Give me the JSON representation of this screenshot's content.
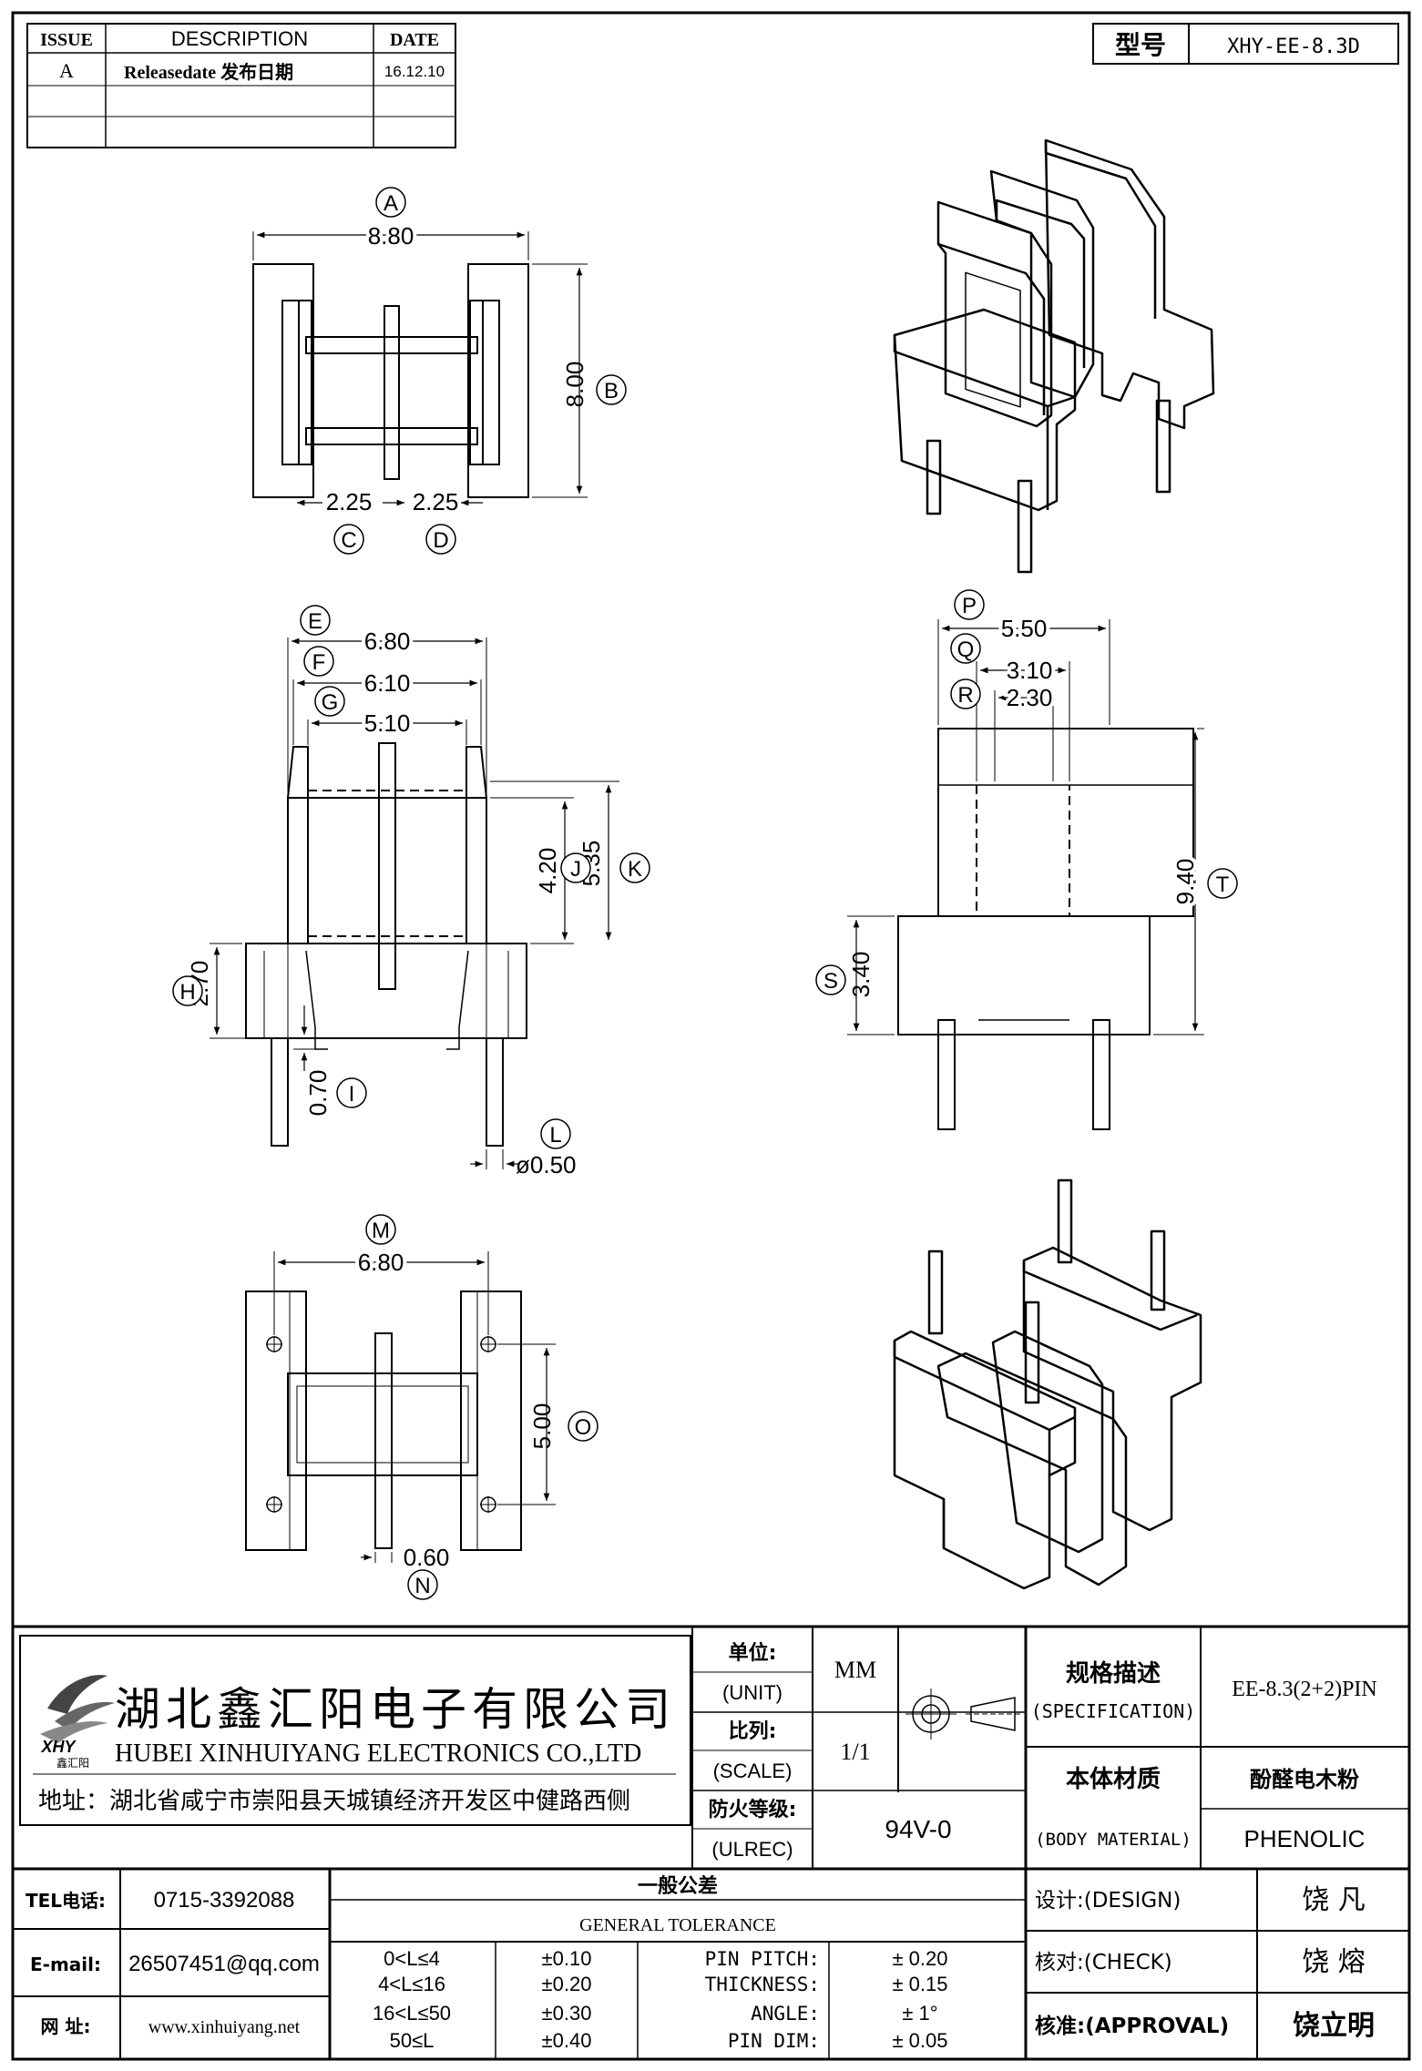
{
  "revision_table": {
    "headers": [
      "ISSUE",
      "DESCRIPTION",
      "DATE"
    ],
    "rows": [
      {
        "issue": "A",
        "description": "Releasedate 发布日期",
        "date": "16.12.10"
      }
    ]
  },
  "model": {
    "label": "型号",
    "value": "XHY-EE-8.3D"
  },
  "dimensions": {
    "top_view": {
      "A": "8.80",
      "B": "8.00",
      "C": "2.25",
      "D": "2.25"
    },
    "front_view": {
      "E": "6.80",
      "F": "6.10",
      "G": "5.10",
      "J": "4.20",
      "K": "5.35",
      "H": "2.70",
      "I": "0.70",
      "L": "ø0.50"
    },
    "side_view": {
      "P": "5.50",
      "Q": "3.10",
      "R": "2.30",
      "T": "9.40",
      "S": "3.40"
    },
    "bottom_view": {
      "M": "6.80",
      "O": "5.00",
      "N": "0.60"
    }
  },
  "balloons": {
    "A": "A",
    "B": "B",
    "C": "C",
    "D": "D",
    "E": "E",
    "F": "F",
    "G": "G",
    "H": "H",
    "I": "I",
    "J": "J",
    "K": "K",
    "L": "L",
    "M": "M",
    "N": "N",
    "O": "O",
    "P": "P",
    "Q": "Q",
    "R": "R",
    "S": "S",
    "T": "T"
  },
  "company": {
    "name_cn": "湖北鑫汇阳电子有限公司",
    "name_en": "HUBEI XINHUIYANG ELECTRONICS CO.,LTD",
    "address": "地址：湖北省咸宁市崇阳县天城镇经济开发区中健路西侧",
    "logo_text": "XHY",
    "logo_sub": "鑫汇阳"
  },
  "spec": {
    "unit_cn": "单位:",
    "unit_en": "(UNIT)",
    "unit_value": "MM",
    "scale_cn": "比列:",
    "scale_en": "(SCALE)",
    "scale_value": "1/1",
    "ulrec_cn": "防火等级:",
    "ulrec_en": "(ULREC)",
    "ulrec_value": "94V-0",
    "spec_cn": "规格描述",
    "spec_en": "(SPECIFICATION)",
    "spec_value": "EE-8.3(2+2)PIN",
    "material_cn": "本体材质",
    "material_en": "(BODY MATERIAL)",
    "material_value_cn": "酚醛电木粉",
    "material_value_en": "PHENOLIC"
  },
  "contact": {
    "tel_label": "TEL电话:",
    "tel": "0715-3392088",
    "email_label": "E-mail:",
    "email": "26507451@qq.com",
    "web_label": "网  址:",
    "web": "www.xinhuiyang.net"
  },
  "tolerance": {
    "title_cn": "一般公差",
    "title_en": "GENERAL TOLERANCE",
    "ranges": [
      {
        "range": "0<L≤4",
        "tol": "±0.10"
      },
      {
        "range": "4<L≤16",
        "tol": "±0.20"
      },
      {
        "range": "16<L≤50",
        "tol": "±0.30"
      },
      {
        "range": "50≤L",
        "tol": "±0.40"
      }
    ],
    "others": [
      {
        "label": "PIN PITCH:",
        "tol": "±  0.20"
      },
      {
        "label": "THICKNESS:",
        "tol": "±  0.15"
      },
      {
        "label": "ANGLE:",
        "tol": "±  1°"
      },
      {
        "label": "PIN DIM:",
        "tol": "±  0.05"
      }
    ]
  },
  "signoff": {
    "design_label": "设计:(DESIGN)",
    "design": "饶  凡",
    "check_label": "核对:(CHECK)",
    "check": "饶  熔",
    "approval_label": "核准:(APPROVAL)",
    "approval": "饶立明"
  }
}
